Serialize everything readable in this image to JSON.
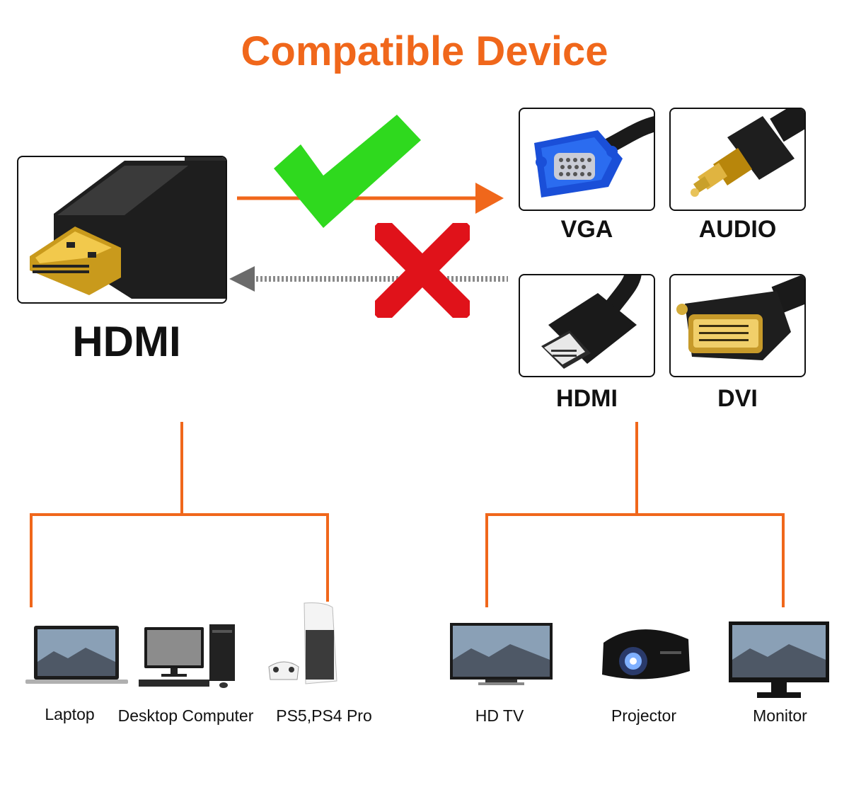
{
  "title": "Compatible Device",
  "colors": {
    "accent": "#f0671b",
    "check": "#2fd91e",
    "cross": "#e0121a",
    "dotted": "#8a8a8a"
  },
  "source": {
    "label": "HDMI",
    "icon": "hdmi-plug-gold"
  },
  "targets": [
    {
      "label": "VGA",
      "icon": "vga-connector"
    },
    {
      "label": "AUDIO",
      "icon": "audio-jack"
    },
    {
      "label": "HDMI",
      "icon": "hdmi-plug"
    },
    {
      "label": "DVI",
      "icon": "dvi-connector"
    }
  ],
  "indicators": {
    "forward": "check-icon",
    "reverse": "cross-icon"
  },
  "source_devices": [
    {
      "label": "Laptop",
      "icon": "laptop-icon"
    },
    {
      "label": "Desktop Computer",
      "icon": "desktop-computer-icon"
    },
    {
      "label": "PS5,PS4 Pro",
      "icon": "game-console-icon"
    }
  ],
  "display_devices": [
    {
      "label": "HD TV",
      "icon": "tv-icon"
    },
    {
      "label": "Projector",
      "icon": "projector-icon"
    },
    {
      "label": "Monitor",
      "icon": "monitor-icon"
    }
  ]
}
